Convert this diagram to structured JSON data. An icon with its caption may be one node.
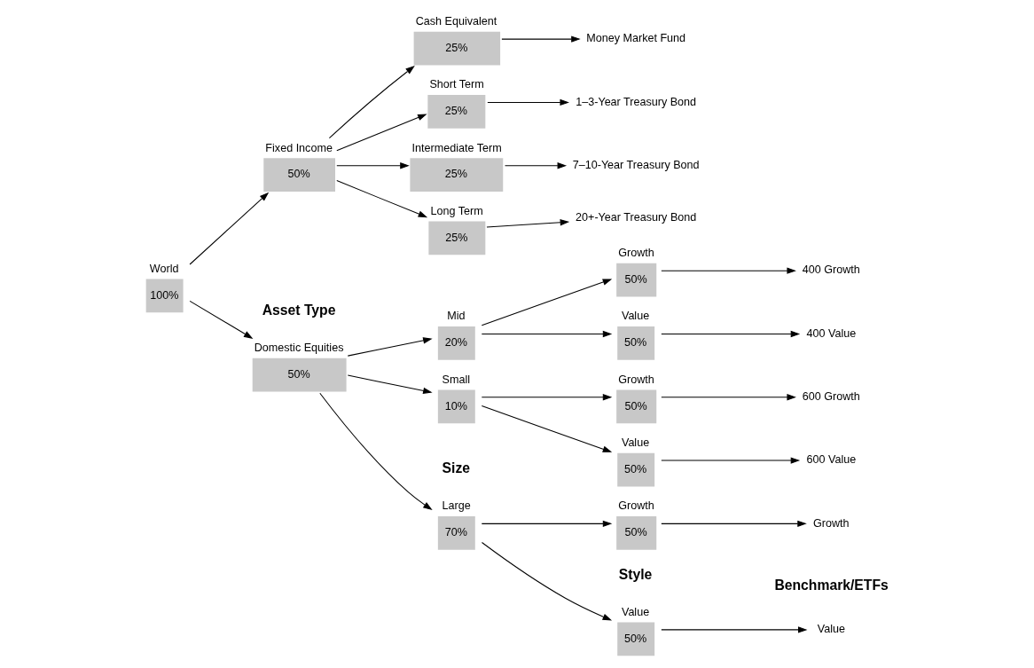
{
  "diagram": {
    "nodes": [
      {
        "text": [
          "World",
          "100%"
        ]
      },
      {
        "text": [
          "Domestic Equities",
          "50%"
        ]
      },
      {
        "text": [
          "Fixed Income",
          "50%"
        ]
      },
      {
        "text": [
          "Large",
          "70%"
        ]
      },
      {
        "text": [
          "Mid",
          "20%"
        ]
      },
      {
        "text": [
          "Small",
          "10%"
        ]
      },
      {
        "text": [
          "Value",
          "50%"
        ]
      },
      {
        "text": [
          "Growth",
          "50%"
        ]
      },
      {
        "text": [
          "Value",
          "50%"
        ]
      },
      {
        "text": [
          "Growth",
          "50%"
        ]
      },
      {
        "text": [
          "Value",
          "50%"
        ]
      },
      {
        "text": [
          "Growth",
          "50%"
        ]
      },
      {
        "text": [
          "Cash Equivalent",
          "25%"
        ]
      },
      {
        "text": [
          "Short Term",
          "25%"
        ]
      },
      {
        "text": [
          "Intermediate Term",
          "25%"
        ]
      },
      {
        "text": [
          "Long Term",
          "25%"
        ]
      },
      {
        "text": [
          "Value"
        ]
      },
      {
        "text": [
          "Growth"
        ]
      },
      {
        "text": [
          "400 Value"
        ]
      },
      {
        "text": [
          "400 Growth"
        ]
      },
      {
        "text": [
          "600 Value"
        ]
      },
      {
        "text": [
          "600 Growth"
        ]
      },
      {
        "text": [
          "Money Market Fund"
        ]
      },
      {
        "text": [
          "1–3-Year Treasury Bond"
        ]
      },
      {
        "text": [
          "7–10-Year Treasury Bond"
        ]
      },
      {
        "text": [
          "20+-Year Treasury Bond"
        ]
      }
    ],
    "edges": [
      {
        "from": 0,
        "to": 1,
        "arrow": "to"
      },
      {
        "from": 0,
        "to": 2,
        "arrow": "to"
      },
      {
        "from": 1,
        "to": 3,
        "arrow": "to"
      },
      {
        "from": 1,
        "to": 4,
        "arrow": "to"
      },
      {
        "from": 1,
        "to": 5,
        "arrow": "to"
      },
      {
        "from": 3,
        "to": 6,
        "arrow": "to"
      },
      {
        "from": 3,
        "to": 7,
        "arrow": "to"
      },
      {
        "from": 4,
        "to": 8,
        "arrow": "to"
      },
      {
        "from": 4,
        "to": 9,
        "arrow": "to"
      },
      {
        "from": 5,
        "to": 10,
        "arrow": "to"
      },
      {
        "from": 5,
        "to": 11,
        "arrow": "to"
      },
      {
        "from": 2,
        "to": 12,
        "arrow": "to"
      },
      {
        "from": 2,
        "to": 13,
        "arrow": "to"
      },
      {
        "from": 2,
        "to": 14,
        "arrow": "to"
      },
      {
        "from": 2,
        "to": 15,
        "arrow": "to"
      },
      {
        "from": 6,
        "to": 16,
        "arrow": "to"
      },
      {
        "from": 7,
        "to": 17,
        "arrow": "to"
      },
      {
        "from": 8,
        "to": 18,
        "arrow": "to"
      },
      {
        "from": 9,
        "to": 19,
        "arrow": "to"
      },
      {
        "from": 10,
        "to": 20,
        "arrow": "to"
      },
      {
        "from": 11,
        "to": 21,
        "arrow": "to"
      },
      {
        "from": 12,
        "to": 22,
        "arrow": "to"
      },
      {
        "from": 13,
        "to": 23,
        "arrow": "to"
      },
      {
        "from": 14,
        "to": 24,
        "arrow": "to"
      },
      {
        "from": 15,
        "to": 25,
        "arrow": "to"
      }
    ],
    "labels": [
      "Asset Type",
      "Size",
      "Style",
      "Benchmark/ETFs"
    ]
  }
}
